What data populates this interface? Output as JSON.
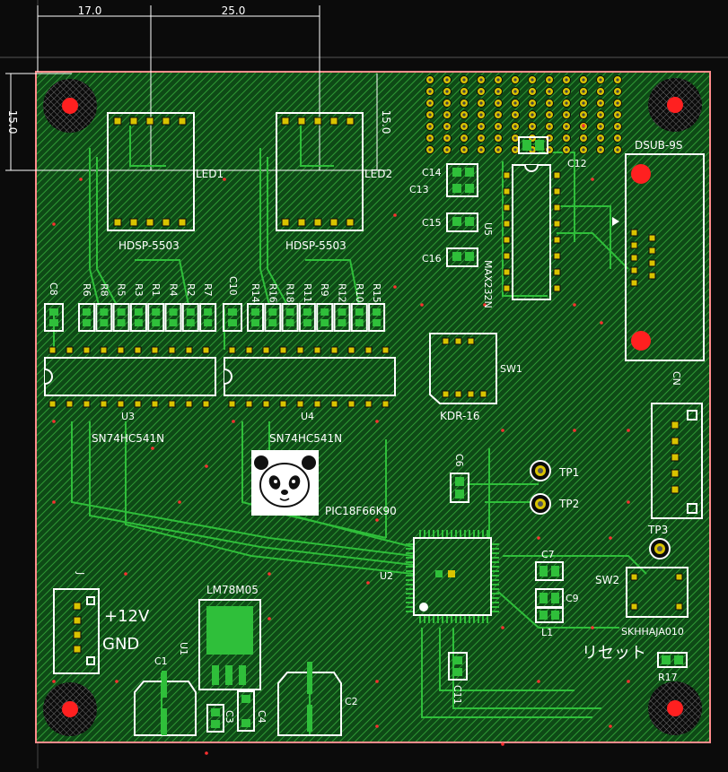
{
  "dimensions": {
    "d1": "17.0",
    "d2": "25.0",
    "d3": "15.0",
    "d4": "15.0"
  },
  "colors": {
    "background": "#0b0b0b",
    "board_outline": "#ff8c8c",
    "copper": "#1f8a2a",
    "trace": "#2fbf3a",
    "silk": "#ffffff",
    "pad": "#d9c300",
    "drill": "#ff2020"
  },
  "components": {
    "led1": {
      "ref": "LED1",
      "value": "HDSP-5503"
    },
    "led2": {
      "ref": "LED2",
      "value": "HDSP-5503"
    },
    "u3": {
      "ref": "U3",
      "value": "SN74HC541N"
    },
    "u4": {
      "ref": "U4",
      "value": "SN74HC541N"
    },
    "u5": {
      "ref": "U5",
      "value": "MAX232N"
    },
    "u2": {
      "ref": "U2",
      "value": "PIC18F66K90"
    },
    "u1": {
      "ref": "U1",
      "value": "LM78M05"
    },
    "sw1": {
      "ref": "SW1",
      "value": "KDR-16"
    },
    "sw2": {
      "ref": "SW2",
      "value": "SKHHAJA010"
    },
    "dsub": {
      "value": "DSUB-9S"
    },
    "cn": {
      "ref": "CN"
    },
    "j": {
      "ref": "J"
    },
    "tp1": "TP1",
    "tp2": "TP2",
    "tp3": "TP3",
    "l1": "L1",
    "r17": "R17",
    "c1": "C1",
    "c2": "C2",
    "c3": "C3",
    "c4": "C4",
    "c6": "C6",
    "c7": "C7",
    "c8": "C8",
    "c9": "C9",
    "c10": "C10",
    "c11": "C11",
    "c12": "C12",
    "c13": "C13",
    "c14": "C14",
    "c15": "C15",
    "c16": "C16"
  },
  "resistors_left": [
    "R6",
    "R8",
    "R5",
    "R3",
    "R1",
    "R4",
    "R2",
    "R7"
  ],
  "resistors_right": [
    "R14",
    "R16",
    "R18",
    "R11",
    "R9",
    "R12",
    "R10",
    "R15"
  ],
  "power": {
    "v12": "+12V",
    "gnd": "GND"
  },
  "reset_label": "リセット"
}
